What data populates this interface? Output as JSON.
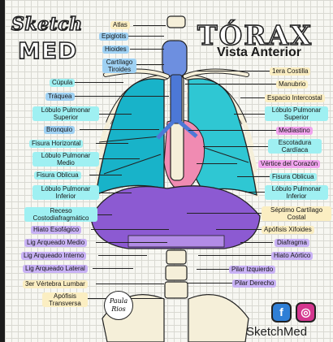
{
  "logo": {
    "line1": "Sketch",
    "line2": "MED"
  },
  "title": {
    "main": "TÓRAX",
    "sub": "Vista Anterior"
  },
  "labels": [
    "Atlas",
    "Epiglotis",
    "Hioides",
    "Cartílago Tiroides",
    "Cúpula",
    "Tráquea",
    "Lóbulo Pulmonar Superior",
    "Bronquio",
    "Fisura Horizontal",
    "Lóbulo Pulmonar Medio",
    "Fisura Oblicua",
    "Lóbulo Pulmonar Inferior",
    "Receso Costodiafragmático",
    "Hiato Esofágico",
    "Lig Arqueado Medio",
    "Lig Arqueado Interno",
    "Lig Arqueado Lateral",
    "3er Vértebra Lumbar",
    "Apófisis Transversa",
    "1era Costilla",
    "Manubrio",
    "Espacio Intercostal",
    "Lóbulo Pulmonar Superior",
    "Mediastino",
    "Escotadura Cardíaca",
    "Vértice del Corazón",
    "Fisura Oblicua",
    "Lóbulo Pulmonar Inferior",
    "Séptimo Cartílago Costal",
    "Apófisis Xifoides",
    "Diafragma",
    "Hiato Aórtico",
    "Pilar Izquierdo",
    "Pilar Derecho"
  ],
  "signature": "Paula Rios",
  "social": {
    "facebook": "f",
    "instagram": "◎"
  },
  "brand": "SketchMed",
  "colors": {
    "lung_left": "#18b3c9",
    "lung_right": "#2fc7d3",
    "diaphragm": "#8c5ad2",
    "trachea": "#4c78d6",
    "heart": "#f08bb2",
    "bone": "#f5efd9",
    "outline": "#222222"
  }
}
